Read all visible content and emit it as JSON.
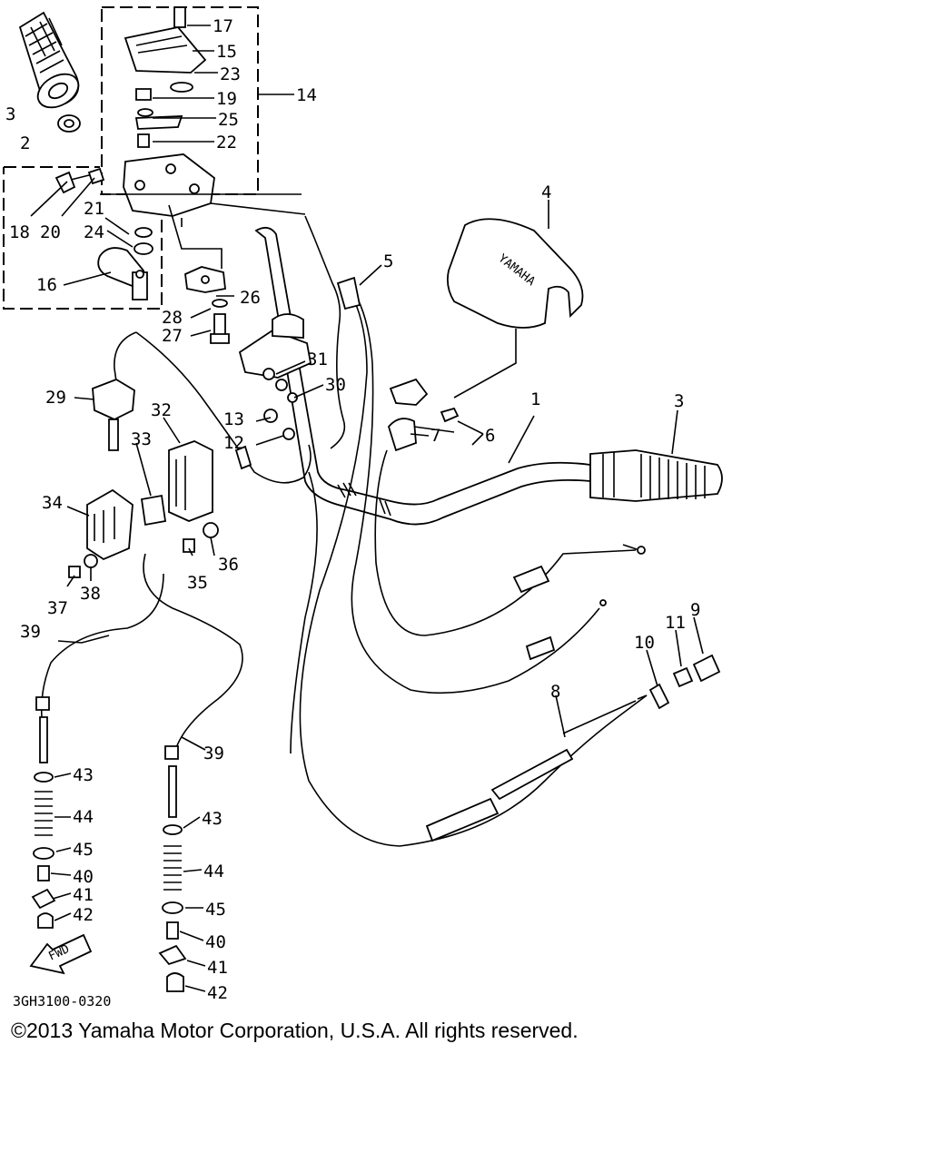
{
  "diagram": {
    "code": "3GH3100-0320",
    "copyright": "©2013 Yamaha Motor Corporation, U.S.A. All rights reserved.",
    "cover_text": "YAMAHA",
    "fwd_arrow": "FWD",
    "callouts": {
      "p1": "1",
      "p2": "2",
      "p3a": "3",
      "p3b": "3",
      "p4": "4",
      "p5": "5",
      "p6": "6",
      "p7": "7",
      "p8": "8",
      "p9": "9",
      "p10": "10",
      "p11": "11",
      "p12": "12",
      "p13": "13",
      "p14": "14",
      "p15": "15",
      "p16": "16",
      "p17": "17",
      "p18": "18",
      "p19": "19",
      "p20": "20",
      "p21": "21",
      "p22": "22",
      "p23": "23",
      "p24": "24",
      "p25": "25",
      "p26": "26",
      "p27": "27",
      "p28": "28",
      "p29": "29",
      "p30": "30",
      "p31": "31",
      "p32": "32",
      "p33": "33",
      "p34": "34",
      "p35": "35",
      "p36": "36",
      "p37": "37",
      "p38": "38",
      "p39a": "39",
      "p39b": "39",
      "p40a": "40",
      "p40b": "40",
      "p41a": "41",
      "p41b": "41",
      "p42a": "42",
      "p42b": "42",
      "p43a": "43",
      "p43b": "43",
      "p44a": "44",
      "p44b": "44",
      "p45a": "45",
      "p45b": "45"
    }
  }
}
